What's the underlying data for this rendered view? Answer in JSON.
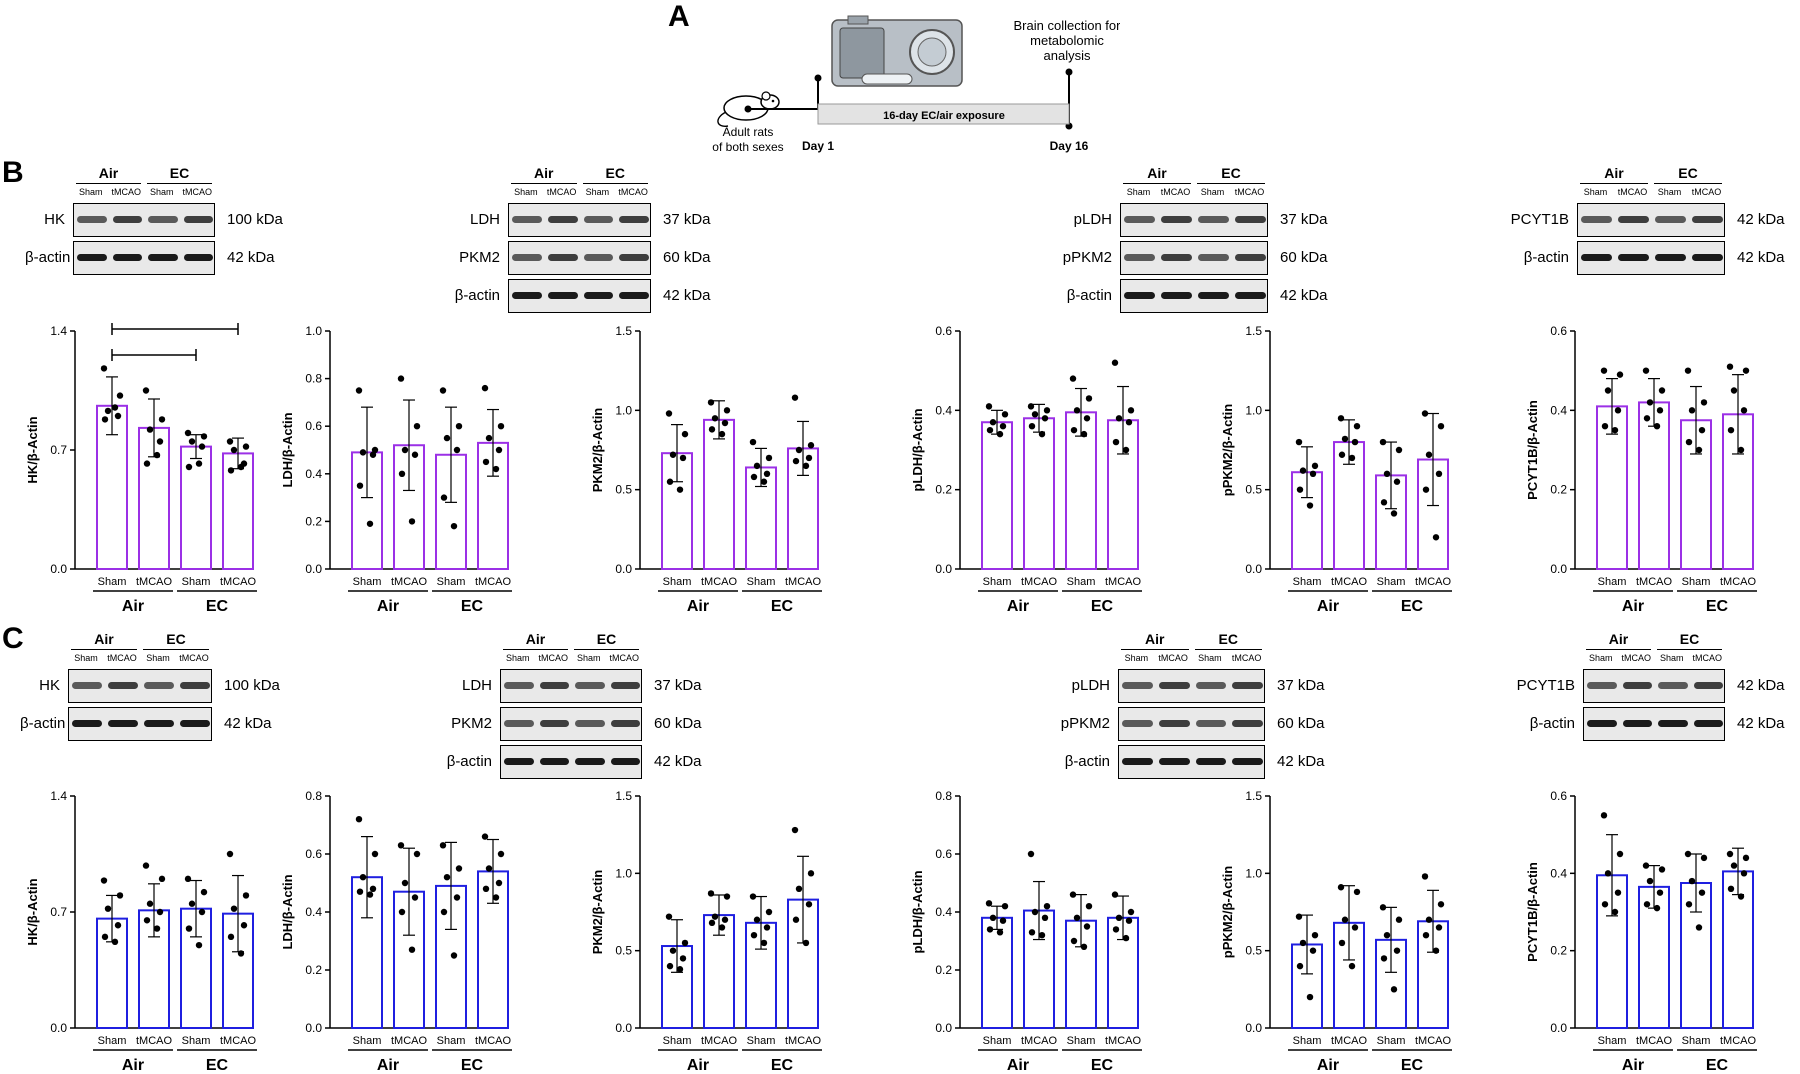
{
  "panel_letters": {
    "a": "A",
    "b": "B",
    "c": "C"
  },
  "timeline": {
    "subjects": "Adult rats\nof both sexes",
    "day_start": "Day 1",
    "day_end": "Day 16",
    "exposure": "16-day EC/air exposure",
    "collection": "Brain collection for\nmetabolomic\nanalysis"
  },
  "blots": {
    "groups": [
      "Air",
      "EC"
    ],
    "lanes": [
      "Sham",
      "tMCAO",
      "Sham",
      "tMCAO"
    ],
    "b": [
      {
        "proteins": [
          "HK",
          "β-actin"
        ],
        "sizes": [
          "100 kDa",
          "42 kDa"
        ]
      },
      {
        "proteins": [
          "LDH",
          "PKM2",
          "β-actin"
        ],
        "sizes": [
          "37 kDa",
          "60 kDa",
          "42 kDa"
        ]
      },
      {
        "proteins": [
          "pLDH",
          "pPKM2",
          "β-actin"
        ],
        "sizes": [
          "37 kDa",
          "60 kDa",
          "42 kDa"
        ]
      },
      {
        "proteins": [
          "PCYT1B",
          "β-actin"
        ],
        "sizes": [
          "42 kDa",
          "42 kDa"
        ]
      }
    ],
    "c": [
      {
        "proteins": [
          "HK",
          "β-actin"
        ],
        "sizes": [
          "100 kDa",
          "42 kDa"
        ]
      },
      {
        "proteins": [
          "LDH",
          "PKM2",
          "β-actin"
        ],
        "sizes": [
          "37 kDa",
          "60 kDa",
          "42 kDa"
        ]
      },
      {
        "proteins": [
          "pLDH",
          "pPKM2",
          "β-actin"
        ],
        "sizes": [
          "37 kDa",
          "60 kDa",
          "42 kDa"
        ]
      },
      {
        "proteins": [
          "PCYT1B",
          "β-actin"
        ],
        "sizes": [
          "42 kDa",
          "42 kDa"
        ]
      }
    ]
  },
  "colors": {
    "row_b": "#9b30e6",
    "row_c": "#1f1fe0",
    "points": "#000000"
  },
  "chart_data": [
    {
      "panel": "B",
      "type": "bar",
      "ylabel": "HK/β-Actin",
      "ylim": [
        0,
        1.4
      ],
      "yticks": [
        "0.0",
        "0.7",
        "1.4"
      ],
      "categories": [
        "Sham",
        "tMCAO",
        "Sham",
        "tMCAO"
      ],
      "groups": [
        "Air",
        "EC"
      ],
      "values": [
        0.96,
        0.83,
        0.72,
        0.68
      ],
      "errors": [
        0.17,
        0.17,
        0.07,
        0.09
      ],
      "points": [
        [
          1.18,
          1.02,
          0.93,
          0.9,
          0.88,
          0.95
        ],
        [
          1.05,
          0.88,
          0.82,
          0.75,
          0.62,
          0.67
        ],
        [
          0.8,
          0.78,
          0.75,
          0.72,
          0.6,
          0.62
        ],
        [
          0.75,
          0.72,
          0.7,
          0.62,
          0.58,
          0.6
        ]
      ],
      "significance": [
        [
          0,
          3
        ],
        [
          0,
          2
        ]
      ]
    },
    {
      "panel": "B",
      "type": "bar",
      "ylabel": "LDH/β-Actin",
      "ylim": [
        0,
        1.0
      ],
      "yticks": [
        "0.0",
        "0.2",
        "0.4",
        "0.6",
        "0.8",
        "1.0"
      ],
      "categories": [
        "Sham",
        "tMCAO",
        "Sham",
        "tMCAO"
      ],
      "groups": [
        "Air",
        "EC"
      ],
      "values": [
        0.49,
        0.52,
        0.48,
        0.53
      ],
      "errors": [
        0.19,
        0.19,
        0.2,
        0.14
      ],
      "points": [
        [
          0.75,
          0.5,
          0.49,
          0.48,
          0.35,
          0.19
        ],
        [
          0.8,
          0.6,
          0.5,
          0.48,
          0.4,
          0.2
        ],
        [
          0.75,
          0.6,
          0.55,
          0.5,
          0.3,
          0.18
        ],
        [
          0.76,
          0.6,
          0.55,
          0.5,
          0.45,
          0.42
        ]
      ]
    },
    {
      "panel": "B",
      "type": "bar",
      "ylabel": "PKM2/β-Actin",
      "ylim": [
        0,
        1.5
      ],
      "yticks": [
        "0.0",
        "0.5",
        "1.0",
        "1.5"
      ],
      "categories": [
        "Sham",
        "tMCAO",
        "Sham",
        "tMCAO"
      ],
      "groups": [
        "Air",
        "EC"
      ],
      "values": [
        0.73,
        0.94,
        0.64,
        0.76
      ],
      "errors": [
        0.18,
        0.12,
        0.12,
        0.17
      ],
      "points": [
        [
          0.98,
          0.85,
          0.72,
          0.7,
          0.55,
          0.5
        ],
        [
          1.05,
          1.0,
          0.95,
          0.92,
          0.88,
          0.85
        ],
        [
          0.8,
          0.7,
          0.65,
          0.6,
          0.58,
          0.55
        ],
        [
          1.08,
          0.78,
          0.75,
          0.7,
          0.68,
          0.65
        ]
      ]
    },
    {
      "panel": "B",
      "type": "bar",
      "ylabel": "pLDH/β-Actin",
      "ylim": [
        0,
        0.6
      ],
      "yticks": [
        "0.0",
        "0.2",
        "0.4",
        "0.6"
      ],
      "categories": [
        "Sham",
        "tMCAO",
        "Sham",
        "tMCAO"
      ],
      "groups": [
        "Air",
        "EC"
      ],
      "values": [
        0.37,
        0.38,
        0.395,
        0.375
      ],
      "errors": [
        0.03,
        0.035,
        0.06,
        0.085
      ],
      "points": [
        [
          0.41,
          0.39,
          0.37,
          0.36,
          0.35,
          0.34
        ],
        [
          0.41,
          0.4,
          0.39,
          0.38,
          0.36,
          0.34
        ],
        [
          0.48,
          0.43,
          0.4,
          0.38,
          0.35,
          0.34
        ],
        [
          0.52,
          0.4,
          0.38,
          0.37,
          0.32,
          0.3
        ]
      ]
    },
    {
      "panel": "B",
      "type": "bar",
      "ylabel": "pPKM2/β-Actin",
      "ylim": [
        0,
        1.5
      ],
      "yticks": [
        "0.0",
        "0.5",
        "1.0",
        "1.5"
      ],
      "categories": [
        "Sham",
        "tMCAO",
        "Sham",
        "tMCAO"
      ],
      "groups": [
        "Air",
        "EC"
      ],
      "values": [
        0.61,
        0.8,
        0.59,
        0.69
      ],
      "errors": [
        0.16,
        0.14,
        0.21,
        0.29
      ],
      "points": [
        [
          0.8,
          0.65,
          0.62,
          0.6,
          0.5,
          0.4
        ],
        [
          0.95,
          0.9,
          0.82,
          0.8,
          0.72,
          0.7
        ],
        [
          0.8,
          0.75,
          0.6,
          0.55,
          0.42,
          0.35
        ],
        [
          0.98,
          0.9,
          0.72,
          0.6,
          0.5,
          0.2
        ]
      ]
    },
    {
      "panel": "B",
      "type": "bar",
      "ylabel": "PCYT1B/β-Actin",
      "ylim": [
        0,
        0.6
      ],
      "yticks": [
        "0.0",
        "0.2",
        "0.4",
        "0.6"
      ],
      "categories": [
        "Sham",
        "tMCAO",
        "Sham",
        "tMCAO"
      ],
      "groups": [
        "Air",
        "EC"
      ],
      "values": [
        0.41,
        0.42,
        0.375,
        0.39
      ],
      "errors": [
        0.07,
        0.06,
        0.085,
        0.1
      ],
      "points": [
        [
          0.5,
          0.49,
          0.45,
          0.4,
          0.36,
          0.35
        ],
        [
          0.5,
          0.45,
          0.42,
          0.4,
          0.38,
          0.36
        ],
        [
          0.5,
          0.42,
          0.4,
          0.35,
          0.32,
          0.3
        ],
        [
          0.51,
          0.5,
          0.45,
          0.4,
          0.35,
          0.3
        ]
      ]
    },
    {
      "panel": "C",
      "type": "bar",
      "ylabel": "HK/β-Actin",
      "ylim": [
        0,
        1.4
      ],
      "yticks": [
        "0.0",
        "0.7",
        "1.4"
      ],
      "categories": [
        "Sham",
        "tMCAO",
        "Sham",
        "tMCAO"
      ],
      "groups": [
        "Air",
        "EC"
      ],
      "values": [
        0.66,
        0.71,
        0.72,
        0.69
      ],
      "errors": [
        0.14,
        0.16,
        0.17,
        0.23
      ],
      "points": [
        [
          0.89,
          0.8,
          0.72,
          0.62,
          0.55,
          0.52
        ],
        [
          0.98,
          0.9,
          0.75,
          0.7,
          0.65,
          0.6
        ],
        [
          0.9,
          0.82,
          0.75,
          0.7,
          0.6,
          0.5
        ],
        [
          1.05,
          0.8,
          0.72,
          0.62,
          0.55,
          0.45
        ]
      ]
    },
    {
      "panel": "C",
      "type": "bar",
      "ylabel": "LDH/β-Actin",
      "ylim": [
        0,
        0.8
      ],
      "yticks": [
        "0.0",
        "0.2",
        "0.4",
        "0.6",
        "0.8"
      ],
      "categories": [
        "Sham",
        "tMCAO",
        "Sham",
        "tMCAO"
      ],
      "groups": [
        "Air",
        "EC"
      ],
      "values": [
        0.52,
        0.47,
        0.49,
        0.54
      ],
      "errors": [
        0.14,
        0.15,
        0.15,
        0.11
      ],
      "points": [
        [
          0.72,
          0.6,
          0.52,
          0.48,
          0.47,
          0.46
        ],
        [
          0.63,
          0.6,
          0.5,
          0.45,
          0.4,
          0.27
        ],
        [
          0.63,
          0.55,
          0.52,
          0.45,
          0.4,
          0.25
        ],
        [
          0.66,
          0.6,
          0.55,
          0.5,
          0.48,
          0.45
        ]
      ]
    },
    {
      "panel": "C",
      "type": "bar",
      "ylabel": "PKM2/β-Actin",
      "ylim": [
        0,
        1.5
      ],
      "yticks": [
        "0.0",
        "0.5",
        "1.0",
        "1.5"
      ],
      "categories": [
        "Sham",
        "tMCAO",
        "Sham",
        "tMCAO"
      ],
      "groups": [
        "Air",
        "EC"
      ],
      "values": [
        0.53,
        0.73,
        0.68,
        0.83
      ],
      "errors": [
        0.17,
        0.13,
        0.17,
        0.28
      ],
      "points": [
        [
          0.72,
          0.55,
          0.5,
          0.45,
          0.4,
          0.38
        ],
        [
          0.87,
          0.85,
          0.72,
          0.7,
          0.68,
          0.65
        ],
        [
          0.85,
          0.75,
          0.7,
          0.65,
          0.6,
          0.55
        ],
        [
          1.28,
          1.0,
          0.9,
          0.8,
          0.7,
          0.55
        ]
      ]
    },
    {
      "panel": "C",
      "type": "bar",
      "ylabel": "pLDH/β-Actin",
      "ylim": [
        0,
        0.8
      ],
      "yticks": [
        "0.0",
        "0.2",
        "0.4",
        "0.6",
        "0.8"
      ],
      "categories": [
        "Sham",
        "tMCAO",
        "Sham",
        "tMCAO"
      ],
      "groups": [
        "Air",
        "EC"
      ],
      "values": [
        0.38,
        0.405,
        0.37,
        0.38
      ],
      "errors": [
        0.04,
        0.1,
        0.09,
        0.075
      ],
      "points": [
        [
          0.43,
          0.42,
          0.38,
          0.37,
          0.34,
          0.33
        ],
        [
          0.6,
          0.42,
          0.4,
          0.38,
          0.33,
          0.32
        ],
        [
          0.46,
          0.42,
          0.38,
          0.35,
          0.3,
          0.28
        ],
        [
          0.46,
          0.4,
          0.38,
          0.37,
          0.34,
          0.31
        ]
      ]
    },
    {
      "panel": "C",
      "type": "bar",
      "ylabel": "pPKM2/β-Actin",
      "ylim": [
        0,
        1.5
      ],
      "yticks": [
        "0.0",
        "0.5",
        "1.0",
        "1.5"
      ],
      "categories": [
        "Sham",
        "tMCAO",
        "Sham",
        "tMCAO"
      ],
      "groups": [
        "Air",
        "EC"
      ],
      "values": [
        0.54,
        0.68,
        0.57,
        0.69
      ],
      "errors": [
        0.19,
        0.24,
        0.21,
        0.2
      ],
      "points": [
        [
          0.72,
          0.6,
          0.55,
          0.5,
          0.4,
          0.2
        ],
        [
          0.91,
          0.88,
          0.7,
          0.65,
          0.55,
          0.4
        ],
        [
          0.78,
          0.7,
          0.6,
          0.5,
          0.45,
          0.25
        ],
        [
          0.98,
          0.8,
          0.7,
          0.65,
          0.6,
          0.5
        ]
      ]
    },
    {
      "panel": "C",
      "type": "bar",
      "ylabel": "PCYT1B/β-Actin",
      "ylim": [
        0,
        0.6
      ],
      "yticks": [
        "0.0",
        "0.2",
        "0.4",
        "0.6"
      ],
      "categories": [
        "Sham",
        "tMCAO",
        "Sham",
        "tMCAO"
      ],
      "groups": [
        "Air",
        "EC"
      ],
      "values": [
        0.395,
        0.365,
        0.375,
        0.405
      ],
      "errors": [
        0.105,
        0.055,
        0.075,
        0.06
      ],
      "points": [
        [
          0.55,
          0.45,
          0.4,
          0.35,
          0.32,
          0.3
        ],
        [
          0.42,
          0.41,
          0.38,
          0.35,
          0.32,
          0.31
        ],
        [
          0.45,
          0.44,
          0.38,
          0.35,
          0.32,
          0.26
        ],
        [
          0.45,
          0.44,
          0.42,
          0.4,
          0.36,
          0.34
        ]
      ]
    }
  ]
}
